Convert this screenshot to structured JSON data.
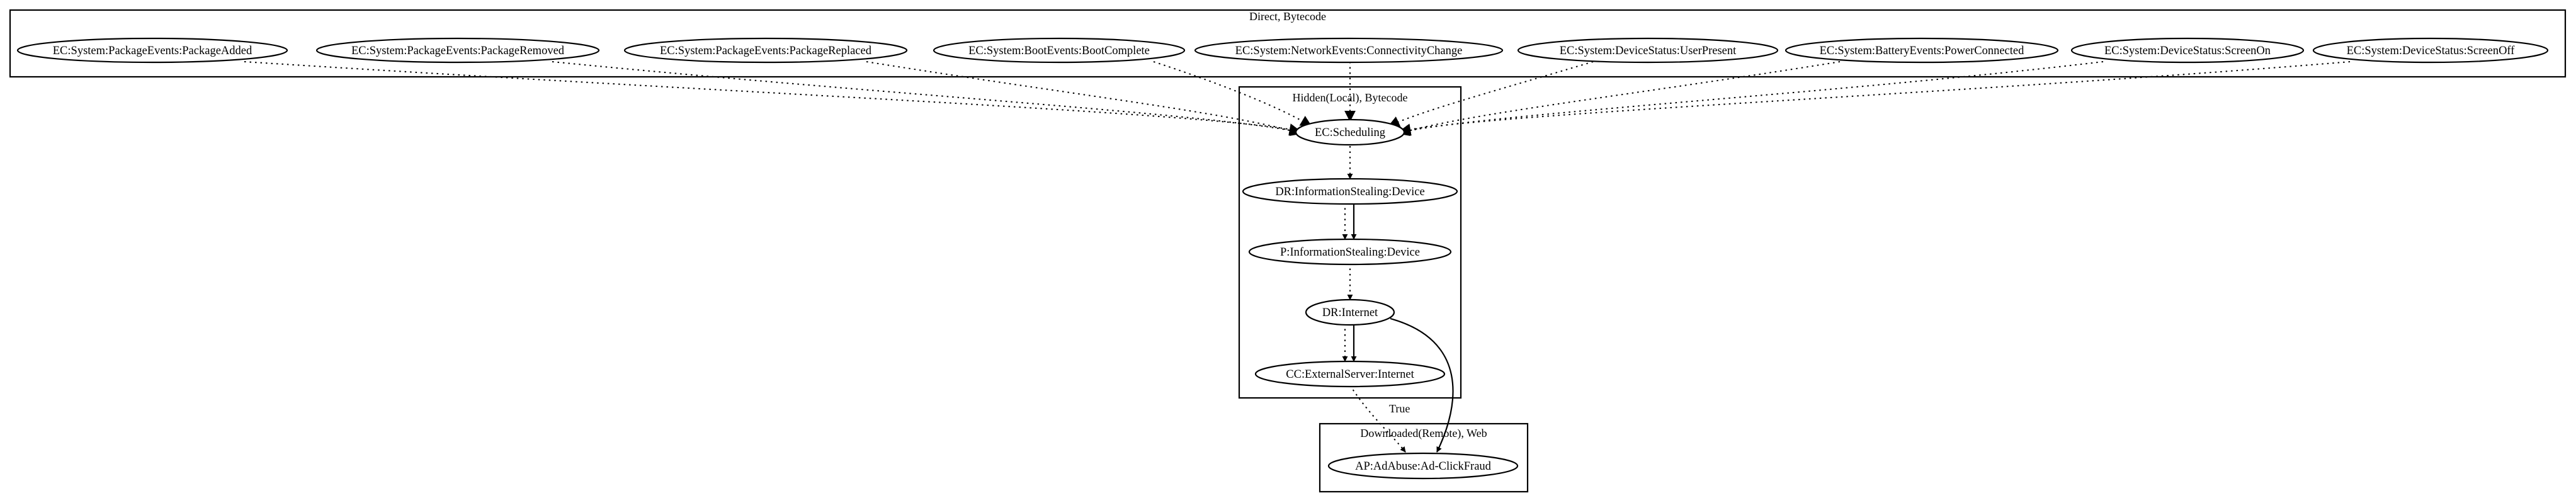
{
  "clusters": {
    "direct": "Direct, Bytecode",
    "hidden": "Hidden(Local), Bytecode",
    "downloaded": "Downloaded(Remote), Web"
  },
  "triggers": [
    "EC:System:PackageEvents:PackageAdded",
    "EC:System:PackageEvents:PackageRemoved",
    "EC:System:PackageEvents:PackageReplaced",
    "EC:System:BootEvents:BootComplete",
    "EC:System:NetworkEvents:ConnectivityChange",
    "EC:System:DeviceStatus:UserPresent",
    "EC:System:BatteryEvents:PowerConnected",
    "EC:System:DeviceStatus:ScreenOn",
    "EC:System:DeviceStatus:ScreenOff"
  ],
  "nodes": {
    "scheduling": "EC:Scheduling",
    "dr_info": "DR:InformationStealing:Device",
    "p_info": "P:InformationStealing:Device",
    "dr_internet": "DR:Internet",
    "cc_server": "CC:ExternalServer:Internet",
    "ap_adabuse": "AP:AdAbuse:Ad-ClickFraud"
  },
  "edge_labels": {
    "true_label": "True"
  }
}
